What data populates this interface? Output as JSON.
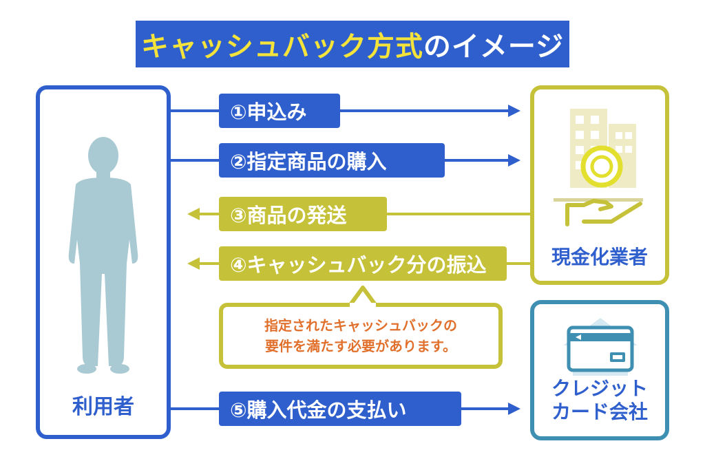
{
  "title": {
    "highlight": "キャッシュバック方式",
    "rest": "のイメージ"
  },
  "user": {
    "label": "利用者"
  },
  "dealer": {
    "label": "現金化業者"
  },
  "card_company": {
    "line1": "クレジット",
    "line2": "カード会社"
  },
  "steps": [
    {
      "label": "①申込み",
      "direction": "user-to-dealer"
    },
    {
      "label": "②指定商品の購入",
      "direction": "user-to-dealer"
    },
    {
      "label": "③商品の発送",
      "direction": "dealer-to-user"
    },
    {
      "label": "④キャッシュバック分の振込",
      "direction": "dealer-to-user"
    },
    {
      "label": "⑤購入代金の支払い",
      "direction": "user-to-card-company"
    }
  ],
  "note": {
    "line1": "指定されたキャッシュバックの",
    "line2": "要件を満たす必要があります。"
  },
  "colors": {
    "blue": "#2f5fcd",
    "olive": "#c5c138",
    "teal": "#3f8fb3",
    "note_text": "#e0702c",
    "title_highlight": "#f4e33a"
  },
  "icons": [
    "person-silhouette-icon",
    "building-coin-hand-icon",
    "credit-card-house-icon"
  ]
}
